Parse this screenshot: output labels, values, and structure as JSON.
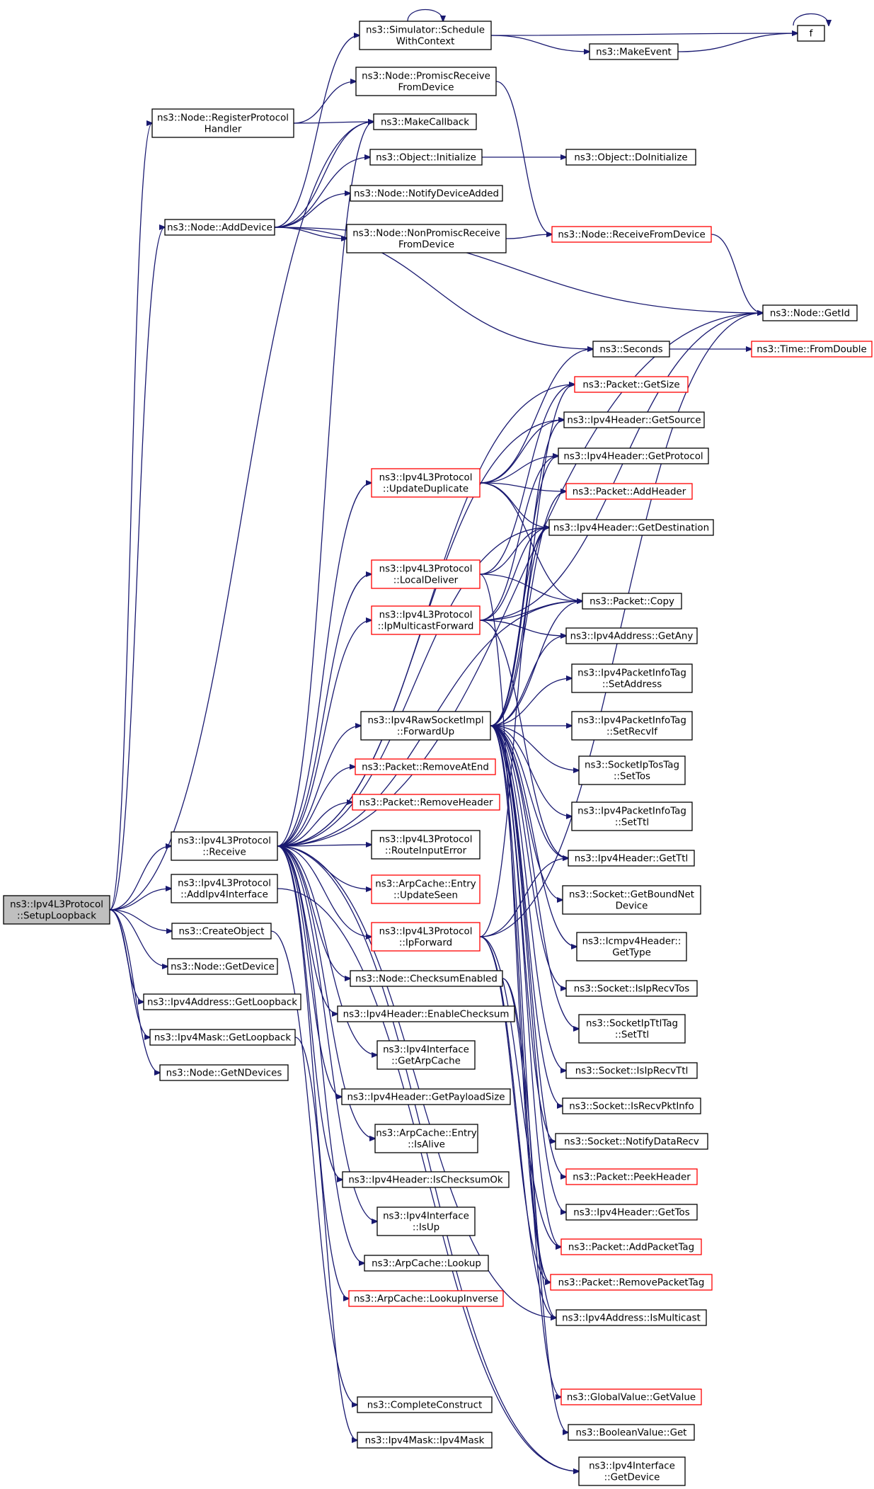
{
  "graph": {
    "colors": {
      "edge": "#191970",
      "node_border": "#000000",
      "node_border_incomplete": "#ff0000",
      "root_fill": "#bfbfbf",
      "node_fill": "#ffffff"
    },
    "nodes": [
      {
        "id": "setuploopback",
        "label": [
          "ns3::Ipv4L3Protocol",
          "::SetupLoopback"
        ],
        "style": "root"
      },
      {
        "id": "registerprotocolhandler",
        "label": [
          "ns3::Node::RegisterProtocol",
          "Handler"
        ],
        "style": "normal"
      },
      {
        "id": "adddevice",
        "label": [
          "ns3::Node::AddDevice"
        ],
        "style": "normal"
      },
      {
        "id": "receive",
        "label": [
          "ns3::Ipv4L3Protocol",
          "::Receive"
        ],
        "style": "normal"
      },
      {
        "id": "addipv4interface",
        "label": [
          "ns3::Ipv4L3Protocol",
          "::AddIpv4Interface"
        ],
        "style": "normal"
      },
      {
        "id": "createobject",
        "label": [
          "ns3::CreateObject"
        ],
        "style": "normal"
      },
      {
        "id": "getdevice_node",
        "label": [
          "ns3::Node::GetDevice"
        ],
        "style": "normal"
      },
      {
        "id": "ipv4address_getloopback",
        "label": [
          "ns3::Ipv4Address::GetLoopback"
        ],
        "style": "normal"
      },
      {
        "id": "ipv4mask_getloopback",
        "label": [
          "ns3::Ipv4Mask::GetLoopback"
        ],
        "style": "normal"
      },
      {
        "id": "getndevices",
        "label": [
          "ns3::Node::GetNDevices"
        ],
        "style": "normal"
      },
      {
        "id": "schedulewithcontext",
        "label": [
          "ns3::Simulator::Schedule",
          "WithContext"
        ],
        "style": "normal"
      },
      {
        "id": "promiscreceive",
        "label": [
          "ns3::Node::PromiscReceive",
          "FromDevice"
        ],
        "style": "normal"
      },
      {
        "id": "makecallback",
        "label": [
          "ns3::MakeCallback"
        ],
        "style": "normal"
      },
      {
        "id": "object_initialize",
        "label": [
          "ns3::Object::Initialize"
        ],
        "style": "normal"
      },
      {
        "id": "notifydeviceadded",
        "label": [
          "ns3::Node::NotifyDeviceAdded"
        ],
        "style": "normal"
      },
      {
        "id": "nonpromiscreceive",
        "label": [
          "ns3::Node::NonPromiscReceive",
          "FromDevice"
        ],
        "style": "normal"
      },
      {
        "id": "f",
        "label": [
          "f"
        ],
        "style": "normal"
      },
      {
        "id": "makeevent",
        "label": [
          "ns3::MakeEvent"
        ],
        "style": "normal"
      },
      {
        "id": "doinitialize",
        "label": [
          "ns3::Object::DoInitialize"
        ],
        "style": "normal"
      },
      {
        "id": "receivefromdevice",
        "label": [
          "ns3::Node::ReceiveFromDevice"
        ],
        "style": "red"
      },
      {
        "id": "getid",
        "label": [
          "ns3::Node::GetId"
        ],
        "style": "normal"
      },
      {
        "id": "seconds",
        "label": [
          "ns3::Seconds"
        ],
        "style": "normal"
      },
      {
        "id": "fromdouble",
        "label": [
          "ns3::Time::FromDouble"
        ],
        "style": "red"
      },
      {
        "id": "packet_getsize",
        "label": [
          "ns3::Packet::GetSize"
        ],
        "style": "red"
      },
      {
        "id": "getsource",
        "label": [
          "ns3::Ipv4Header::GetSource"
        ],
        "style": "normal"
      },
      {
        "id": "getprotocol",
        "label": [
          "ns3::Ipv4Header::GetProtocol"
        ],
        "style": "normal"
      },
      {
        "id": "addheader",
        "label": [
          "ns3::Packet::AddHeader"
        ],
        "style": "red"
      },
      {
        "id": "getdestination",
        "label": [
          "ns3::Ipv4Header::GetDestination"
        ],
        "style": "normal"
      },
      {
        "id": "packet_copy",
        "label": [
          "ns3::Packet::Copy"
        ],
        "style": "normal"
      },
      {
        "id": "getany",
        "label": [
          "ns3::Ipv4Address::GetAny"
        ],
        "style": "normal"
      },
      {
        "id": "updateduplicate",
        "label": [
          "ns3::Ipv4L3Protocol",
          "::UpdateDuplicate"
        ],
        "style": "red"
      },
      {
        "id": "localdeliver",
        "label": [
          "ns3::Ipv4L3Protocol",
          "::LocalDeliver"
        ],
        "style": "red"
      },
      {
        "id": "ipmulticastforward",
        "label": [
          "ns3::Ipv4L3Protocol",
          "::IpMulticastForward"
        ],
        "style": "red"
      },
      {
        "id": "forwardup",
        "label": [
          "ns3::Ipv4RawSocketImpl",
          "::ForwardUp"
        ],
        "style": "normal"
      },
      {
        "id": "removeatend",
        "label": [
          "ns3::Packet::RemoveAtEnd"
        ],
        "style": "red"
      },
      {
        "id": "removeheader",
        "label": [
          "ns3::Packet::RemoveHeader"
        ],
        "style": "red"
      },
      {
        "id": "routeinputerror",
        "label": [
          "ns3::Ipv4L3Protocol",
          "::RouteInputError"
        ],
        "style": "normal"
      },
      {
        "id": "updateseen",
        "label": [
          "ns3::ArpCache::Entry",
          "::UpdateSeen"
        ],
        "style": "red"
      },
      {
        "id": "ipforward",
        "label": [
          "ns3::Ipv4L3Protocol",
          "::IpForward"
        ],
        "style": "red"
      },
      {
        "id": "checksumenabled",
        "label": [
          "ns3::Node::ChecksumEnabled"
        ],
        "style": "normal"
      },
      {
        "id": "enablechecksum",
        "label": [
          "ns3::Ipv4Header::EnableChecksum"
        ],
        "style": "normal"
      },
      {
        "id": "getarpcache",
        "label": [
          "ns3::Ipv4Interface",
          "::GetArpCache"
        ],
        "style": "normal"
      },
      {
        "id": "getpayloadsize",
        "label": [
          "ns3::Ipv4Header::GetPayloadSize"
        ],
        "style": "normal"
      },
      {
        "id": "isalive",
        "label": [
          "ns3::ArpCache::Entry",
          "::IsAlive"
        ],
        "style": "normal"
      },
      {
        "id": "ischecksumok",
        "label": [
          "ns3::Ipv4Header::IsChecksumOk"
        ],
        "style": "normal"
      },
      {
        "id": "isup",
        "label": [
          "ns3::Ipv4Interface",
          "::IsUp"
        ],
        "style": "normal"
      },
      {
        "id": "arpcache_lookup",
        "label": [
          "ns3::ArpCache::Lookup"
        ],
        "style": "normal"
      },
      {
        "id": "lookupinverse",
        "label": [
          "ns3::ArpCache::LookupInverse"
        ],
        "style": "red"
      },
      {
        "id": "completeconstruct",
        "label": [
          "ns3::CompleteConstruct"
        ],
        "style": "normal"
      },
      {
        "id": "ipv4mask_ctor",
        "label": [
          "ns3::Ipv4Mask::Ipv4Mask"
        ],
        "style": "normal"
      },
      {
        "id": "setaddress",
        "label": [
          "ns3::Ipv4PacketInfoTag",
          "::SetAddress"
        ],
        "style": "normal"
      },
      {
        "id": "setrecvif",
        "label": [
          "ns3::Ipv4PacketInfoTag",
          "::SetRecvIf"
        ],
        "style": "normal"
      },
      {
        "id": "settos",
        "label": [
          "ns3::SocketIpTosTag",
          "::SetTos"
        ],
        "style": "normal"
      },
      {
        "id": "pit_setttl",
        "label": [
          "ns3::Ipv4PacketInfoTag",
          "::SetTtl"
        ],
        "style": "normal"
      },
      {
        "id": "getttl",
        "label": [
          "ns3::Ipv4Header::GetTtl"
        ],
        "style": "normal"
      },
      {
        "id": "getboundnetdevice",
        "label": [
          "ns3::Socket::GetBoundNet",
          "Device"
        ],
        "style": "normal"
      },
      {
        "id": "icmp_gettype",
        "label": [
          "ns3::Icmpv4Header::",
          "GetType"
        ],
        "style": "normal"
      },
      {
        "id": "isiprecvtos",
        "label": [
          "ns3::Socket::IsIpRecvTos"
        ],
        "style": "normal"
      },
      {
        "id": "sittl_setttl",
        "label": [
          "ns3::SocketIpTtlTag",
          "::SetTtl"
        ],
        "style": "normal"
      },
      {
        "id": "isiprecvttl",
        "label": [
          "ns3::Socket::IsIpRecvTtl"
        ],
        "style": "normal"
      },
      {
        "id": "isrecvpktinfo",
        "label": [
          "ns3::Socket::IsRecvPktInfo"
        ],
        "style": "normal"
      },
      {
        "id": "notifydatarecv",
        "label": [
          "ns3::Socket::NotifyDataRecv"
        ],
        "style": "normal"
      },
      {
        "id": "peekheader",
        "label": [
          "ns3::Packet::PeekHeader"
        ],
        "style": "red"
      },
      {
        "id": "gettos",
        "label": [
          "ns3::Ipv4Header::GetTos"
        ],
        "style": "normal"
      },
      {
        "id": "addpackettag",
        "label": [
          "ns3::Packet::AddPacketTag"
        ],
        "style": "red"
      },
      {
        "id": "removepackettag",
        "label": [
          "ns3::Packet::RemovePacketTag"
        ],
        "style": "red"
      },
      {
        "id": "ismulticast",
        "label": [
          "ns3::Ipv4Address::IsMulticast"
        ],
        "style": "normal"
      },
      {
        "id": "globalvalue_getvalue",
        "label": [
          "ns3::GlobalValue::GetValue"
        ],
        "style": "red"
      },
      {
        "id": "booleanvalue_get",
        "label": [
          "ns3::BooleanValue::Get"
        ],
        "style": "normal"
      },
      {
        "id": "ipv4interface_getdevice",
        "label": [
          "ns3::Ipv4Interface",
          "::GetDevice"
        ],
        "style": "normal"
      }
    ],
    "edges": [
      [
        "setuploopback",
        "registerprotocolhandler"
      ],
      [
        "setuploopback",
        "adddevice"
      ],
      [
        "setuploopback",
        "receive"
      ],
      [
        "setuploopback",
        "addipv4interface"
      ],
      [
        "setuploopback",
        "createobject"
      ],
      [
        "setuploopback",
        "getdevice_node"
      ],
      [
        "setuploopback",
        "ipv4address_getloopback"
      ],
      [
        "setuploopback",
        "ipv4mask_getloopback"
      ],
      [
        "setuploopback",
        "getndevices"
      ],
      [
        "setuploopback",
        "makecallback"
      ],
      [
        "registerprotocolhandler",
        "promiscreceive"
      ],
      [
        "registerprotocolhandler",
        "makecallback"
      ],
      [
        "adddevice",
        "schedulewithcontext"
      ],
      [
        "adddevice",
        "makecallback"
      ],
      [
        "adddevice",
        "object_initialize"
      ],
      [
        "adddevice",
        "notifydeviceadded"
      ],
      [
        "adddevice",
        "nonpromiscreceive"
      ],
      [
        "adddevice",
        "getid"
      ],
      [
        "adddevice",
        "seconds"
      ],
      [
        "schedulewithcontext",
        "schedulewithcontext"
      ],
      [
        "schedulewithcontext",
        "f"
      ],
      [
        "schedulewithcontext",
        "makeevent"
      ],
      [
        "makeevent",
        "f"
      ],
      [
        "f",
        "f"
      ],
      [
        "promiscreceive",
        "receivefromdevice"
      ],
      [
        "object_initialize",
        "doinitialize"
      ],
      [
        "nonpromiscreceive",
        "receivefromdevice"
      ],
      [
        "receivefromdevice",
        "getid"
      ],
      [
        "seconds",
        "fromdouble"
      ],
      [
        "receive",
        "makecallback"
      ],
      [
        "receive",
        "getid"
      ],
      [
        "receive",
        "packet_getsize"
      ],
      [
        "receive",
        "getsource"
      ],
      [
        "receive",
        "updateduplicate"
      ],
      [
        "receive",
        "localdeliver"
      ],
      [
        "receive",
        "ipmulticastforward"
      ],
      [
        "receive",
        "getdestination"
      ],
      [
        "receive",
        "forwardup"
      ],
      [
        "receive",
        "removeatend"
      ],
      [
        "receive",
        "removeheader"
      ],
      [
        "receive",
        "routeinputerror"
      ],
      [
        "receive",
        "updateseen"
      ],
      [
        "receive",
        "ipforward"
      ],
      [
        "receive",
        "checksumenabled"
      ],
      [
        "receive",
        "enablechecksum"
      ],
      [
        "receive",
        "getarpcache"
      ],
      [
        "receive",
        "getpayloadsize"
      ],
      [
        "receive",
        "isalive"
      ],
      [
        "receive",
        "ischecksumok"
      ],
      [
        "receive",
        "isup"
      ],
      [
        "receive",
        "arpcache_lookup"
      ],
      [
        "receive",
        "lookupinverse"
      ],
      [
        "receive",
        "ismulticast"
      ],
      [
        "receive",
        "ipv4interface_getdevice"
      ],
      [
        "receive",
        "packet_copy"
      ],
      [
        "updateduplicate",
        "seconds"
      ],
      [
        "updateduplicate",
        "getsource"
      ],
      [
        "updateduplicate",
        "getprotocol"
      ],
      [
        "updateduplicate",
        "addheader"
      ],
      [
        "updateduplicate",
        "getdestination"
      ],
      [
        "updateduplicate",
        "packet_copy"
      ],
      [
        "localdeliver",
        "packet_getsize"
      ],
      [
        "localdeliver",
        "getdestination"
      ],
      [
        "localdeliver",
        "packet_copy"
      ],
      [
        "localdeliver",
        "removepackettag"
      ],
      [
        "ipmulticastforward",
        "getid"
      ],
      [
        "ipmulticastforward",
        "getprotocol"
      ],
      [
        "ipmulticastforward",
        "getdestination"
      ],
      [
        "ipmulticastforward",
        "packet_copy"
      ],
      [
        "ipmulticastforward",
        "getany"
      ],
      [
        "ipmulticastforward",
        "getttl"
      ],
      [
        "forwardup",
        "packet_getsize"
      ],
      [
        "forwardup",
        "getsource"
      ],
      [
        "forwardup",
        "getprotocol"
      ],
      [
        "forwardup",
        "addheader"
      ],
      [
        "forwardup",
        "getdestination"
      ],
      [
        "forwardup",
        "packet_copy"
      ],
      [
        "forwardup",
        "getany"
      ],
      [
        "forwardup",
        "setaddress"
      ],
      [
        "forwardup",
        "setrecvif"
      ],
      [
        "forwardup",
        "settos"
      ],
      [
        "forwardup",
        "pit_setttl"
      ],
      [
        "forwardup",
        "getttl"
      ],
      [
        "forwardup",
        "getboundnetdevice"
      ],
      [
        "forwardup",
        "icmp_gettype"
      ],
      [
        "forwardup",
        "isiprecvtos"
      ],
      [
        "forwardup",
        "sittl_setttl"
      ],
      [
        "forwardup",
        "isiprecvttl"
      ],
      [
        "forwardup",
        "isrecvpktinfo"
      ],
      [
        "forwardup",
        "notifydatarecv"
      ],
      [
        "forwardup",
        "peekheader"
      ],
      [
        "forwardup",
        "gettos"
      ],
      [
        "forwardup",
        "addpackettag"
      ],
      [
        "forwardup",
        "removepackettag"
      ],
      [
        "forwardup",
        "ismulticast"
      ],
      [
        "ipforward",
        "getid"
      ],
      [
        "ipforward",
        "getdestination"
      ],
      [
        "ipforward",
        "getttl"
      ],
      [
        "ipforward",
        "addpackettag"
      ],
      [
        "ipforward",
        "removepackettag"
      ],
      [
        "ipforward",
        "ismulticast"
      ],
      [
        "checksumenabled",
        "globalvalue_getvalue"
      ],
      [
        "checksumenabled",
        "booleanvalue_get"
      ],
      [
        "addipv4interface",
        "ipv4interface_getdevice"
      ],
      [
        "createobject",
        "completeconstruct"
      ],
      [
        "ipv4mask_getloopback",
        "ipv4mask_ctor"
      ]
    ]
  }
}
